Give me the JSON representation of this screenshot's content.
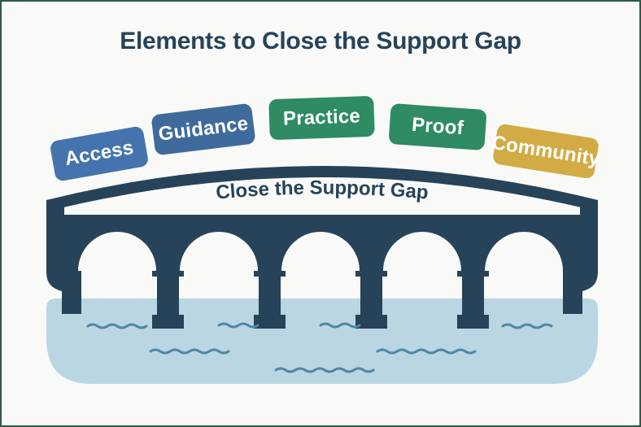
{
  "title": "Elements to Close the Support Gap",
  "bridge": {
    "label": "Close the Support Gap"
  },
  "blocks": [
    {
      "id": "access",
      "label": "Access",
      "color": "#4473AE"
    },
    {
      "id": "guidance",
      "label": "Guidance",
      "color": "#3E6B9B"
    },
    {
      "id": "practice",
      "label": "Practice",
      "color": "#2E8B64"
    },
    {
      "id": "proof",
      "label": "Proof",
      "color": "#2E8B64"
    },
    {
      "id": "community",
      "label": "Community",
      "color": "#D2AB45"
    }
  ],
  "colors": {
    "background": "#F9FAF8",
    "border": "#2E5944",
    "bridge": "#264359",
    "title_text": "#264359",
    "block_text": "#FFFFFF",
    "water": "#BAD6E3",
    "waves": "#4E87A3"
  }
}
